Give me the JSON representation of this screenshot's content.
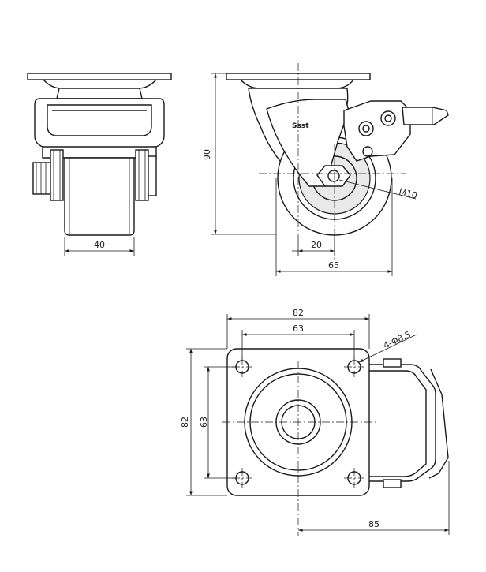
{
  "dimensions": {
    "wheel_width": "40",
    "total_height": "90",
    "offset": "20",
    "wheel_dia_side": "65",
    "bolt_thread": "M10",
    "plate_width": "82",
    "bolt_spacing_x": "63",
    "plate_depth": "82",
    "bolt_spacing_y": "63",
    "bolt_holes": "4-Φ8.5",
    "overall_length": "85"
  },
  "logo_text": "Ssst"
}
